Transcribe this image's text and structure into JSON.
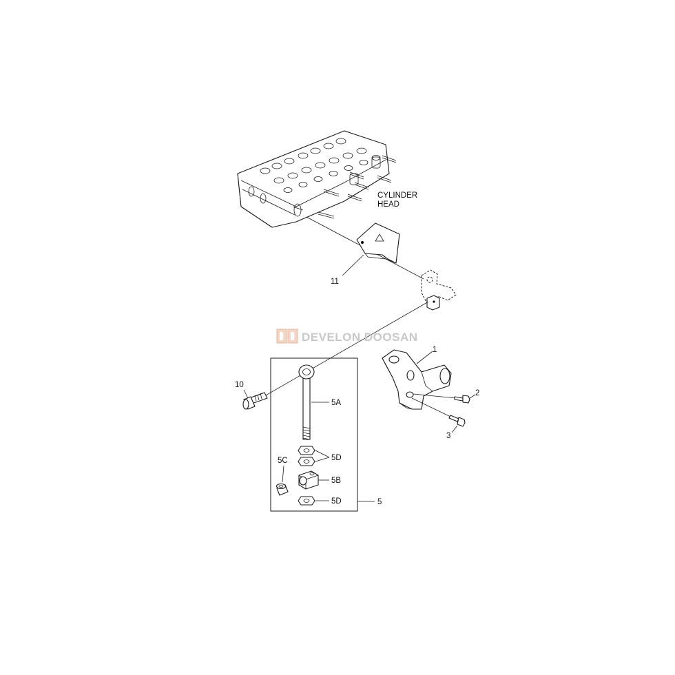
{
  "watermark": {
    "text": "DEVELON DOOSAN",
    "color": "#c8c8c8",
    "logo": "develon-d-logo-icon"
  },
  "labels": {
    "cylinder_head_line1": "CYLINDER",
    "cylinder_head_line2": "HEAD",
    "part_1": "1",
    "part_2": "2",
    "part_3": "3",
    "part_5": "5",
    "part_5a": "5A",
    "part_5b": "5B",
    "part_5c": "5C",
    "part_5d_upper": "5D",
    "part_5d_lower": "5D",
    "part_10": "10",
    "part_11": "11"
  },
  "colors": {
    "line": "#1a1a1a",
    "background": "#ffffff"
  }
}
